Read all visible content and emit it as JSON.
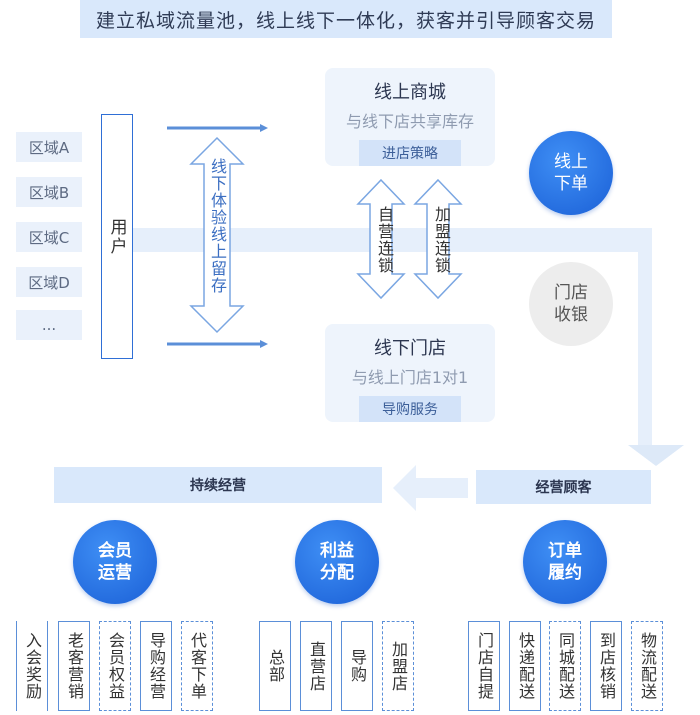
{
  "banner": "建立私域流量池，线上线下一体化，获客并引导顾客交易",
  "regions": [
    "区域A",
    "区域B",
    "区域C",
    "区域D",
    "..."
  ],
  "user_label": "用户",
  "vertical_arrow_label": "线下体验线上留存",
  "online_store": {
    "title": "线上商城",
    "subtitle": "与线下店共享库存",
    "button": "进店策略"
  },
  "offline_store": {
    "title": "线下门店",
    "subtitle": "与线上门店1对1",
    "button": "导购服务"
  },
  "chain_labels": [
    "自营连锁",
    "加盟连锁"
  ],
  "online_order": "线上下单",
  "store_cashier": "门店收银",
  "sustain_bar": "持续经营",
  "customer_bar": "经营顾客",
  "groups": [
    {
      "circle": "会员运营",
      "items": [
        "入会奖励",
        "老客营销",
        "会员权益",
        "导购经营",
        "代客下单"
      ]
    },
    {
      "circle": "利益分配",
      "items": [
        "总部",
        "直营店",
        "导购",
        "加盟店"
      ]
    },
    {
      "circle": "订单履约",
      "items": [
        "门店自提",
        "快递配送",
        "同城配送",
        "到店核销",
        "物流配送"
      ]
    }
  ],
  "colors": {
    "accent": "#1a5fd6",
    "light": "#d9e8fb",
    "card": "#eef4fc"
  }
}
